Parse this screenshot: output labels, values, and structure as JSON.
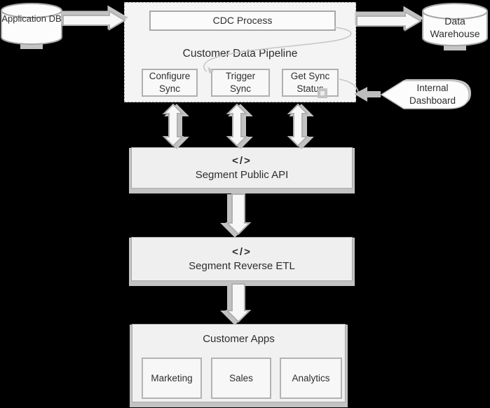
{
  "diagram": {
    "application_db": {
      "label": "Application DB"
    },
    "data_warehouse": {
      "label": "Data Warehouse"
    },
    "pipeline": {
      "title": "Customer Data Pipeline",
      "cdc_process": "CDC Process",
      "buttons": [
        {
          "label": "Configure Sync"
        },
        {
          "label": "Trigger Sync"
        },
        {
          "label": "Get Sync Status"
        }
      ]
    },
    "internal_dashboard": {
      "label": "Internal Dashboard"
    },
    "segment_public_api": {
      "icon": "</>",
      "label": "Segment Public API"
    },
    "segment_reverse_etl": {
      "icon": "</>",
      "label": "Segment Reverse ETL"
    },
    "customer_apps": {
      "title": "Customer Apps",
      "apps": [
        {
          "label": "Marketing"
        },
        {
          "label": "Sales"
        },
        {
          "label": "Analytics"
        }
      ]
    },
    "colors": {
      "background": "#000000",
      "container_fill": "#f4f4f4",
      "node_fill": "#f8f8f8",
      "border_gray": "#a9a9a9",
      "shadow_gray": "#c3c3c3",
      "arrow_fill": "#f7f7f7",
      "text": "#2e2e2e"
    }
  }
}
